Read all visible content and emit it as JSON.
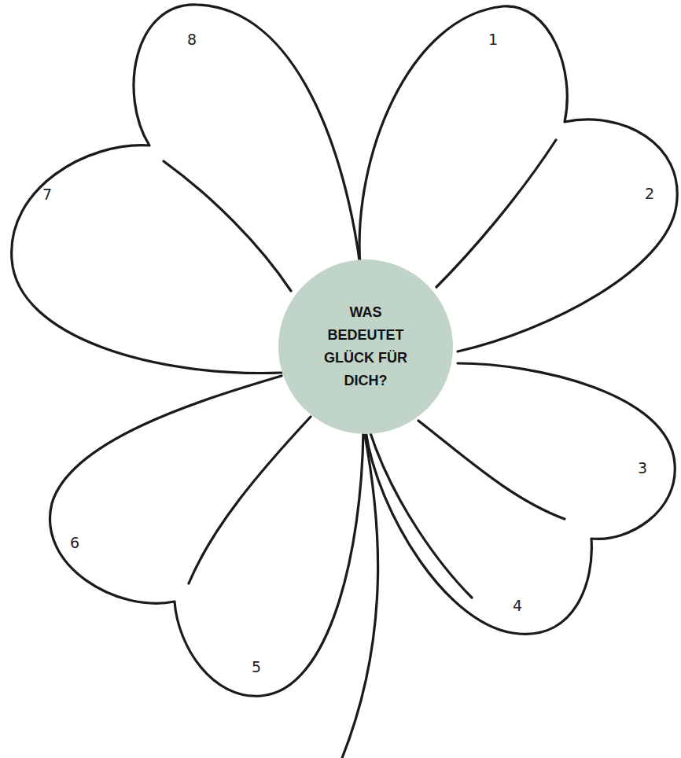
{
  "diagram": {
    "nodes": [
      {
        "text": [
          "WAS BEDEUTET GLÜCK FÜR DICH?"
        ]
      }
    ],
    "labels": [
      "1",
      "2",
      "3",
      "4",
      "5",
      "6",
      "7",
      "8"
    ]
  }
}
